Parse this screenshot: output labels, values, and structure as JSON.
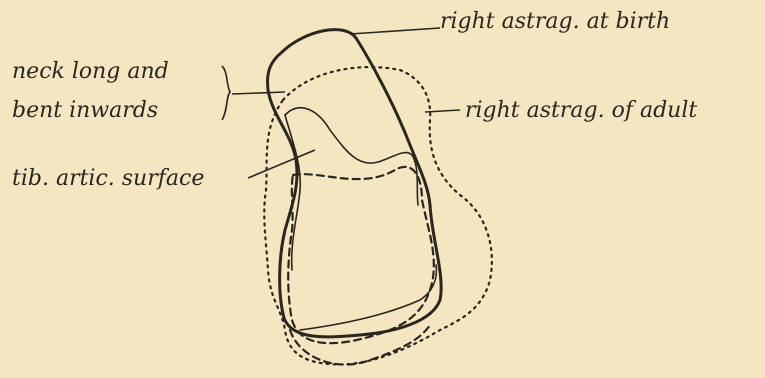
{
  "labels": {
    "birth": "right astrag. at birth",
    "adult": "right astrag. of adult",
    "neck_line1": "neck long and",
    "neck_line2": "bent inwards",
    "tibial": "tib. artic. surface"
  },
  "colors": {
    "paper": "#f5e6c2",
    "ink": "#2a2620"
  }
}
